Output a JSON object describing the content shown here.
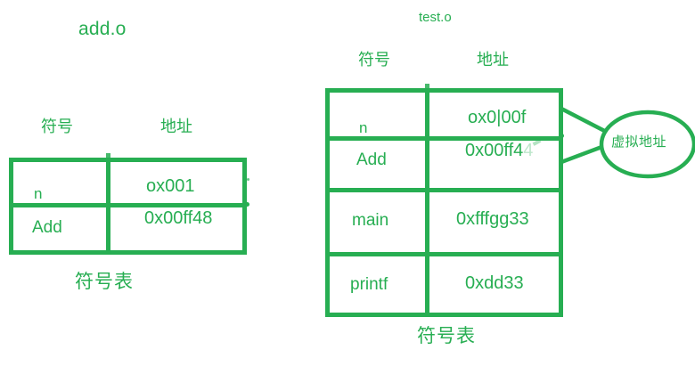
{
  "theme": {
    "ink_color": "#27ae52",
    "background": "#ffffff"
  },
  "diagram": {
    "left_object": {
      "file_title": "add.o",
      "caption": "符号表",
      "headers": {
        "symbol": "符号",
        "address": "地址"
      },
      "rows": [
        {
          "symbol": "n",
          "address": "ox001"
        },
        {
          "symbol": "Add",
          "address": "0x00ff48"
        }
      ]
    },
    "right_object": {
      "file_title": "test.o",
      "caption": "符号表",
      "headers": {
        "symbol": "符号",
        "address": "地址"
      },
      "rows": [
        {
          "symbol": "n",
          "address": "ox0\u000200f",
          "address_display": "ox0|00f"
        },
        {
          "symbol": "Add",
          "address": "0x00ff4",
          "address_faded_tail": "4"
        },
        {
          "symbol": "main",
          "address": "0xfffgg33"
        },
        {
          "symbol": "printf",
          "address": "0xdd33"
        }
      ]
    },
    "callout": {
      "label": "虚拟地址",
      "points_to_rows": [
        "n",
        "Add"
      ]
    }
  }
}
